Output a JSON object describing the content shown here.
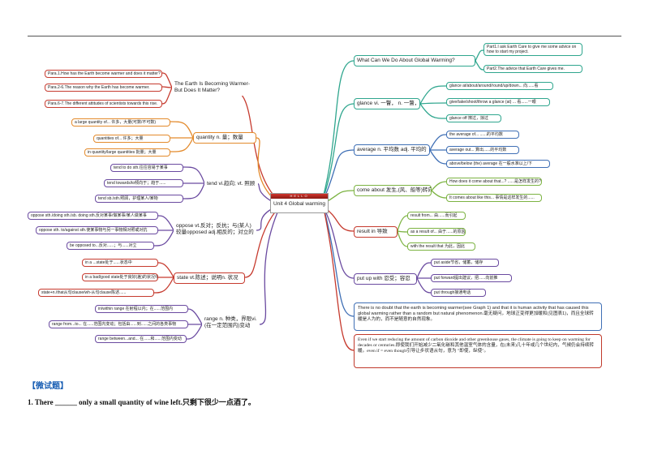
{
  "center": {
    "banner": "HELLO",
    "title": "Unit 4    Global warming"
  },
  "left": {
    "title_node": {
      "label": "The Earth Is Becoming Warmer-But Does It Matter?",
      "children": [
        "Para.1.How has the Earth become warmer and does it matter?",
        "Para.2-6.The reason why the Earth has become warmer.",
        "Para.6-7.The different attitudes of scientists towards this rise."
      ]
    },
    "quantity": {
      "label": "quantity n. 量；数量",
      "children": [
        "a large quantity of... 许多，大量(可数/不可数)",
        "quantities of... 许多；大量",
        "in quantity/large quantities 批量；大量"
      ]
    },
    "tend": {
      "label": "tend vi.趋向; vt. 照顾",
      "children": [
        "tend to do sth.往往容易于某事",
        "tend towards/to倾向于；趋于......",
        "tend sb./sth.照顾，护理某人/某物"
      ]
    },
    "oppose": {
      "label": "oppose vt.反对；反抗；与(某人)较量opposed adj.相反的；对立的",
      "children": [
        "oppose sth./doing sth./sb. doing sth.反对某事/做某事/某人做某事",
        "oppose sth. to/against sth.使某事物与另一事物相对照或对抗",
        "be opposed to...反对......；与......对立"
      ]
    },
    "state": {
      "label": "state vt.陈述；说明n. 状况",
      "children": [
        "in a ...state处于......状态中",
        "in a bad/good state处于良好(差)的状况中",
        "state+n./that从句clause/wh-从句clause陈述......"
      ]
    },
    "range": {
      "label": "range n. 种类，界限vi.(在一定范围内)变动",
      "children": [
        "in/within range 在射程以内；在......范围内",
        "range from...to... 在......范围内变动；包括由......到......之间的各类事物",
        "range between...and... 在......和......范围内变动"
      ]
    }
  },
  "right": {
    "what_can_we_do": {
      "label": "What Can We Do About Global Warming?",
      "children": [
        "Part1.I ask Earth Care to give me some advice on how to start my project.",
        "Part2.The advice that Earth Care gives me."
      ]
    },
    "glance": {
      "label": "glance vi. 一瞥，  n. 一瞥，扫视",
      "children": [
        "glance at/about/around/round/up/down... 向......看",
        "give/take/shoot/throw a glance (at) ... 看......一眼",
        "glance off 擦过，掠过"
      ]
    },
    "average": {
      "label": "average n. 平均数 adj. 平均的",
      "children": [
        "the average of... ......的平均数",
        "average out... 算出......的平均数",
        "above/below (the) average 在一般水准以上/下"
      ]
    },
    "come_about": {
      "label": "come about 发生,(风、船等)转向",
      "children": [
        "How does it come about that...? ......是怎样发生的?",
        "It comes about like this... 事情是这样发生的......"
      ]
    },
    "result_in": {
      "label": "result in 导致",
      "children": [
        "result from... 由......而引起",
        "as a result of... 由于......的原因",
        "with the result that 为此，因此"
      ]
    },
    "put_up_with": {
      "label": "put up with 忍受；容忍",
      "children": [
        "put aside节省，储蓄，储存",
        "put forward提出建议，把......向前推",
        "put through接通电话"
      ]
    },
    "sentence1": "There is no doubt that the earth is becoming warmer(see Graph 1) and that it is human activity that has caused this global warming rather than a random but natural phenomenon.毫无疑问，地球正变得更加暖和(见图表1)，而且全球转暖是人为的，而不是随意的自然现象。",
    "sentence2": "Even if we start reducing the amount of carbon dioxide and other greenhouse gases, the climate is going to keep on warming for decades or centuries.即使我们开始减少二氧化碳和其他温室气体的含量，在(未来)几十年或几个世纪内，气候仍会持续转暖。even if = even though引导让步状语从句，意为 \"即使，纵使\"。"
  },
  "section_title": "【微试题】",
  "question1": "1. There ______ only a small quantity of wine left.只剩下很少一点酒了。",
  "colors": {
    "red": "#c63a2e",
    "orange": "#e38a2c",
    "purple": "#6a4aa0",
    "teal": "#2fa68e",
    "green": "#7cb342",
    "blue": "#3f6fb5"
  }
}
